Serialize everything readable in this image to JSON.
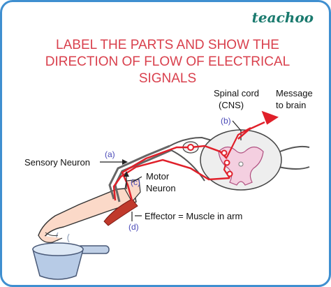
{
  "brand": "teachoo",
  "title": {
    "line1": "LABEL THE PARTS AND SHOW THE",
    "line2": "DIRECTION OF FLOW OF ELECTRICAL",
    "line3": "SIGNALS"
  },
  "labels": {
    "spinal_cord_1": "Spinal cord",
    "spinal_cord_2": "(CNS)",
    "message_1": "Message",
    "message_2": "to brain",
    "sensory_neuron": "Sensory Neuron",
    "motor_1": "Motor",
    "motor_2": "Neuron",
    "effector": "Effector = Muscle in arm"
  },
  "tags": {
    "a": "(a)",
    "b": "(b)",
    "c": "(c)",
    "d": "(d)"
  },
  "colors": {
    "title": "#d9404d",
    "tag": "#4a4ab8",
    "nerve": "#e0202a",
    "border": "#3f8fd0",
    "brand": "#1a7a6e"
  }
}
